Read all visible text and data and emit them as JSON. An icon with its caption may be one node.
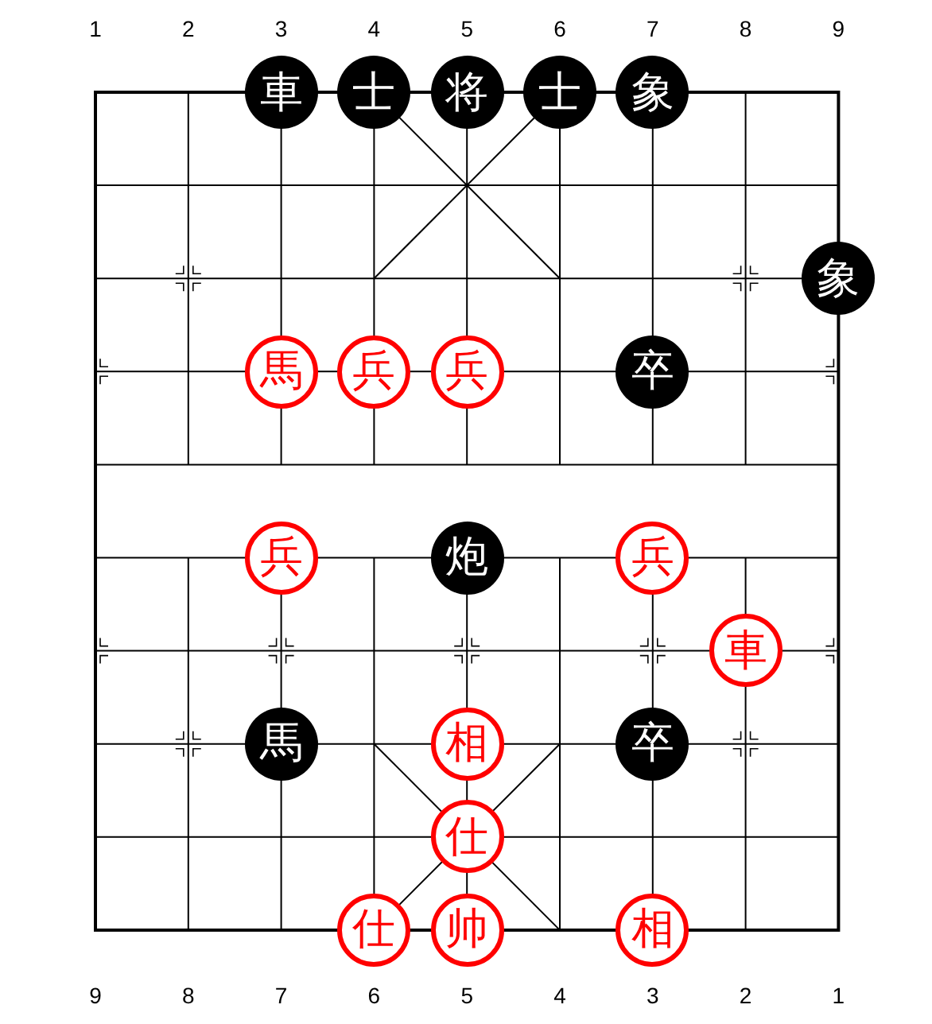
{
  "diagram": {
    "nodes": [
      {
        "text": [
          "車"
        ]
      },
      {
        "text": [
          "士"
        ]
      },
      {
        "text": [
          "将"
        ]
      },
      {
        "text": [
          "士"
        ]
      },
      {
        "text": [
          "象"
        ]
      },
      {
        "text": [
          "象"
        ]
      },
      {
        "text": [
          "馬"
        ]
      },
      {
        "text": [
          "兵"
        ]
      },
      {
        "text": [
          "兵"
        ]
      },
      {
        "text": [
          "卒"
        ]
      },
      {
        "text": [
          "兵"
        ]
      },
      {
        "text": [
          "炮"
        ]
      },
      {
        "text": [
          "兵"
        ]
      },
      {
        "text": [
          "車"
        ]
      },
      {
        "text": [
          "馬"
        ]
      },
      {
        "text": [
          "相"
        ]
      },
      {
        "text": [
          "卒"
        ]
      },
      {
        "text": [
          "仕"
        ]
      },
      {
        "text": [
          "仕"
        ]
      },
      {
        "text": [
          "帅"
        ]
      },
      {
        "text": [
          "相"
        ]
      }
    ],
    "labels": [
      "1",
      "2",
      "3",
      "4",
      "5",
      "6",
      "7",
      "8",
      "9",
      "9",
      "8",
      "7",
      "6",
      "5",
      "4",
      "3",
      "2",
      "1"
    ]
  }
}
